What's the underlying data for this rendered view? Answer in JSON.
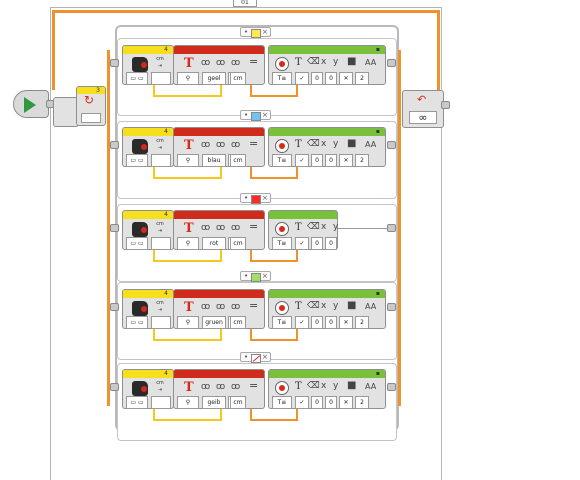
{
  "loop": {
    "label": "01",
    "end_icon": "infinity-icon"
  },
  "switch_block": {
    "port_value": "3",
    "mode_icon": "color-sensor-icon"
  },
  "colors": {
    "yellow": "#f7df1e",
    "red": "#cf2a1c",
    "green": "#79c13a",
    "orange_wire": "#f0922b",
    "yellow_wire": "#f6c81e",
    "start_green": "#2f9a3c"
  },
  "cases": [
    {
      "swatch": "#ffe94d",
      "sensor": {
        "port": "4",
        "mode": "cm"
      },
      "text": {
        "value": "geel",
        "unit": "cm"
      },
      "display": {
        "short": false,
        "value": "2"
      }
    },
    {
      "swatch": "#73c1ee",
      "sensor": {
        "port": "4",
        "mode": "cm"
      },
      "text": {
        "value": "blau",
        "unit": "cm"
      },
      "display": {
        "short": false,
        "value": "2"
      }
    },
    {
      "swatch": "#ff2b2b",
      "sensor": {
        "port": "4",
        "mode": "cm"
      },
      "text": {
        "value": "rot",
        "unit": "cm"
      },
      "display": {
        "short": true,
        "value": "0"
      }
    },
    {
      "swatch": "#9fe06b",
      "sensor": {
        "port": "4",
        "mode": "cm"
      },
      "text": {
        "value": "gruen",
        "unit": "cm"
      },
      "display": {
        "short": false,
        "value": "2"
      }
    },
    {
      "swatch": "#ffffff",
      "sensor": {
        "port": "4",
        "mode": "cm"
      },
      "text": {
        "value": "geib",
        "unit": "cm"
      },
      "display": {
        "short": false,
        "value": "2"
      }
    }
  ],
  "labels": {
    "case_x": "×",
    "case_dot": "•",
    "text_T": "T",
    "equals": "=",
    "x": "x",
    "y": "y",
    "aa": "AA",
    "zero": "0",
    "check": "✓",
    "cross": "✕"
  }
}
